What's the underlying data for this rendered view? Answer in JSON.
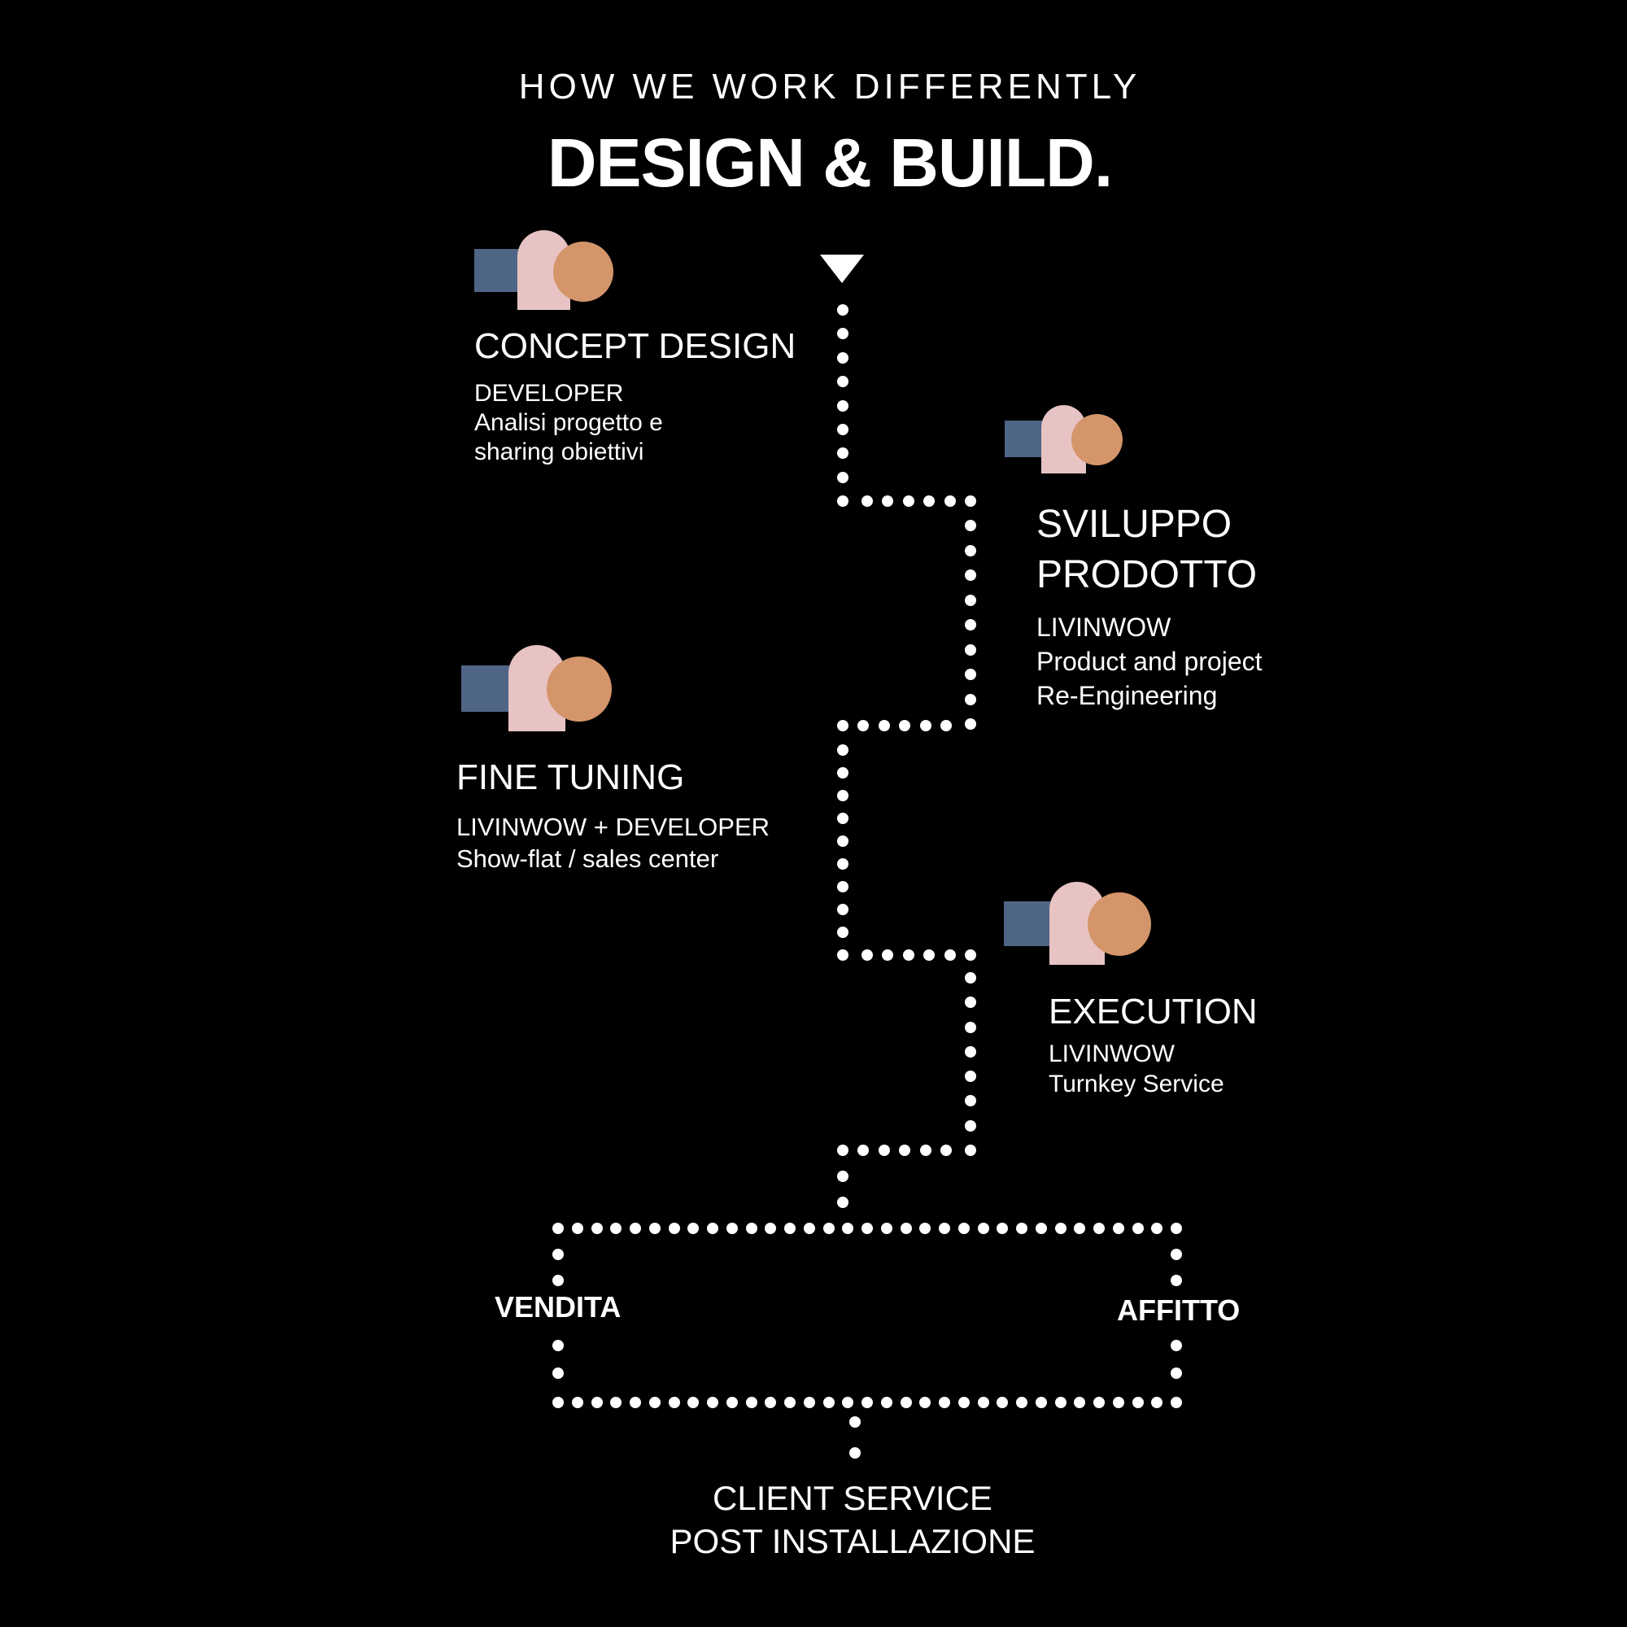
{
  "header": {
    "kicker": "HOW WE WORK DIFFERENTLY",
    "title": "DESIGN & BUILD."
  },
  "colors": {
    "background": "#000000",
    "text": "#ffffff",
    "logo_square": "#4f6585",
    "logo_arch": "#e8c3c3",
    "logo_circle": "#d4956a",
    "dots": "#ffffff"
  },
  "steps": [
    {
      "title": "CONCEPT DESIGN",
      "subtitle": "DEVELOPER",
      "lines": [
        "Analisi progetto e",
        "sharing obiettivi"
      ]
    },
    {
      "title_lines": [
        "SVILUPPO",
        "PRODOTTO"
      ],
      "subtitle": "LIVINWOW",
      "lines": [
        "Product and project",
        "Re-Engineering"
      ]
    },
    {
      "title": "FINE TUNING",
      "subtitle": "LIVINWOW + DEVELOPER",
      "lines": [
        "Show-flat / sales center"
      ]
    },
    {
      "title": "EXECUTION",
      "subtitle": "LIVINWOW",
      "lines": [
        "Turnkey Service"
      ]
    }
  ],
  "branches": {
    "left": "VENDITA",
    "right": "AFFITTO"
  },
  "final": {
    "lines": [
      "CLIENT SERVICE",
      "POST INSTALLAZIONE"
    ]
  },
  "icons": {
    "start": "triangle-down-icon",
    "step_logo": "livinwow-shapes-logo"
  }
}
